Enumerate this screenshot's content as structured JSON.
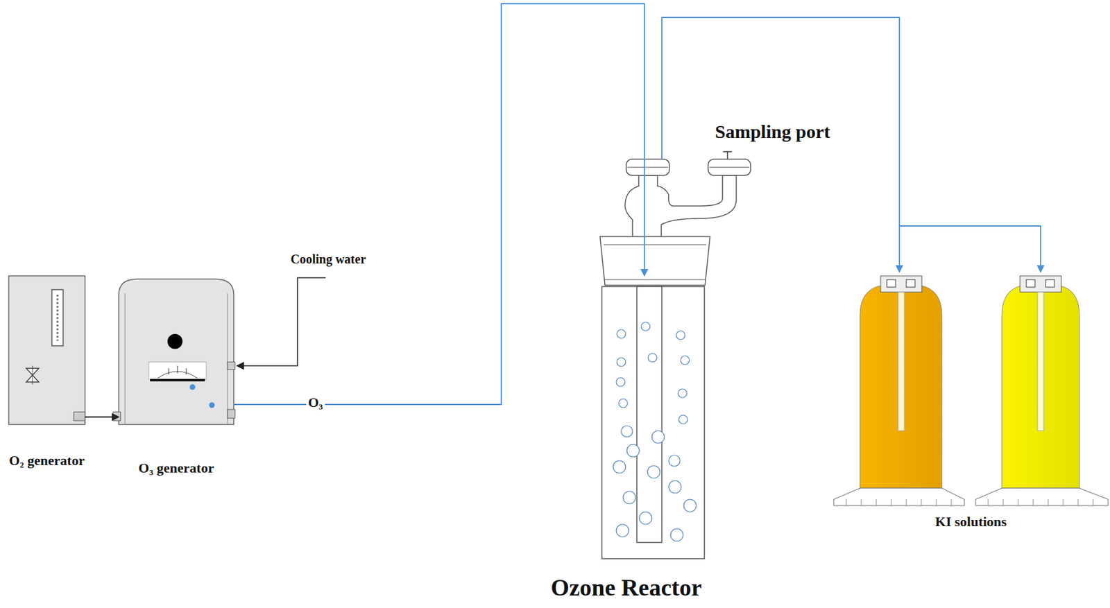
{
  "diagram": {
    "nodes": [
      {
        "text": [
          "O₂ generator"
        ]
      },
      {
        "text": [
          "O₃ generator"
        ]
      },
      {
        "text": [
          "Ozone Reactor"
        ]
      },
      {
        "text": [
          "KI solutions"
        ]
      }
    ],
    "edges": [
      {
        "from": 0,
        "to": 1,
        "arrow": "to"
      },
      {
        "from": 1,
        "to": 2,
        "label": "O₃",
        "arrow": "to"
      },
      {
        "from": 2,
        "to": 3,
        "arrow": "to"
      }
    ],
    "labels": [
      "Cooling water",
      "Sampling port"
    ]
  }
}
